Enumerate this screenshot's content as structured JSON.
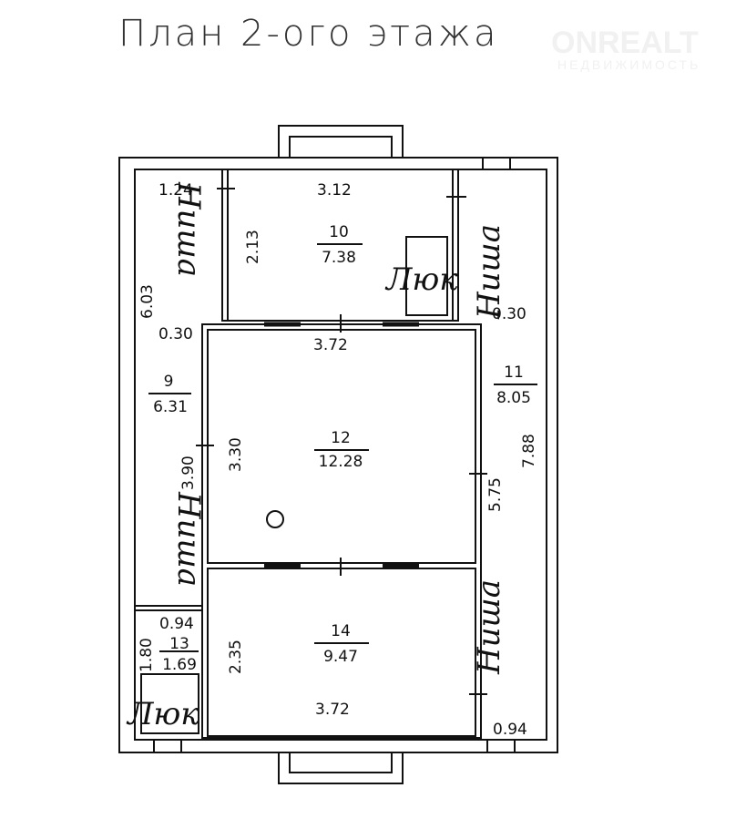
{
  "title": "План 2-ого этажа",
  "watermark": {
    "brand": "ONREALT",
    "sub": "НЕДВИЖИМОСТЬ"
  },
  "rooms": [
    {
      "id": "9",
      "area": "6.31"
    },
    {
      "id": "10",
      "area": "7.38"
    },
    {
      "id": "11",
      "area": "8.05"
    },
    {
      "id": "12",
      "area": "12.28"
    },
    {
      "id": "13",
      "area": "1.69"
    },
    {
      "id": "14",
      "area": "9.47"
    }
  ],
  "dimensions": {
    "d_1_24": "1.24",
    "d_3_12": "3.12",
    "d_2_13": "2.13",
    "d_6_03": "6.03",
    "d_0_30_left": "0.30",
    "d_0_30_right": "0.30",
    "d_3_72_top": "3.72",
    "d_3_90": "3.90",
    "d_3_30": "3.30",
    "d_5_75": "5.75",
    "d_7_88": "7.88",
    "d_0_94_left": "0.94",
    "d_1_80": "1.80",
    "d_2_35": "2.35",
    "d_3_72_bottom": "3.72",
    "d_0_94_right": "0.94"
  },
  "labels": {
    "niche": "Ниша",
    "hatch": "Люк"
  }
}
